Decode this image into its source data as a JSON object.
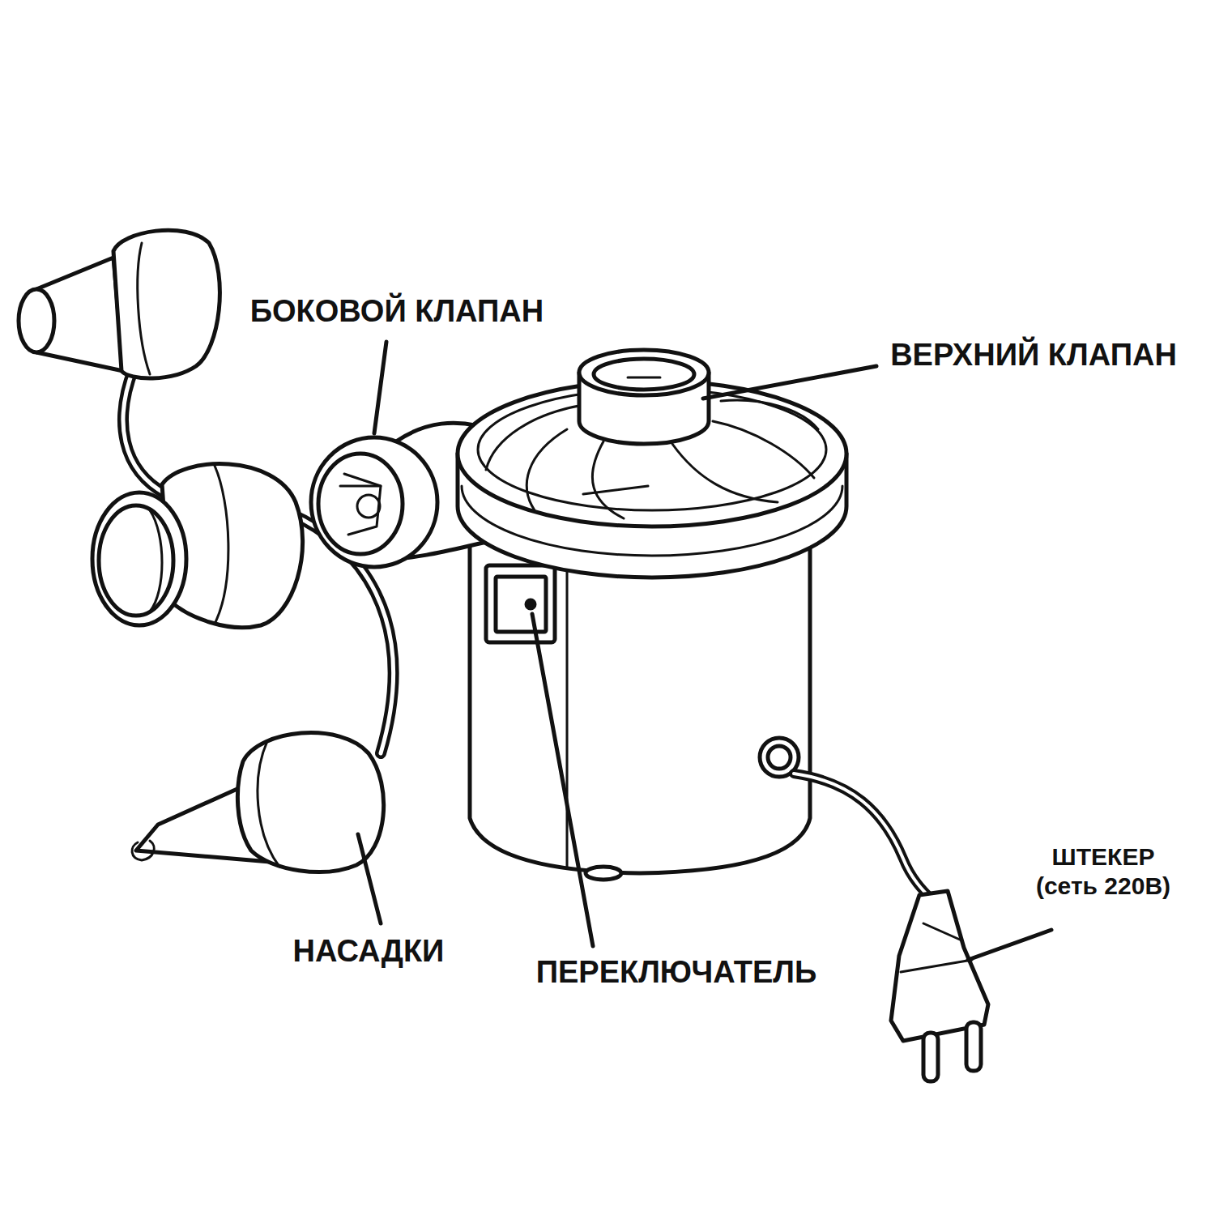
{
  "diagram": {
    "labels": [
      "БОКОВОЙ КЛАПАН",
      "ВЕРХНИЙ КЛАПАН",
      "НАСАДКИ",
      "ПЕРЕКЛЮЧАТЕЛЬ",
      "ШТЕКЕР (сеть 220В)"
    ]
  }
}
